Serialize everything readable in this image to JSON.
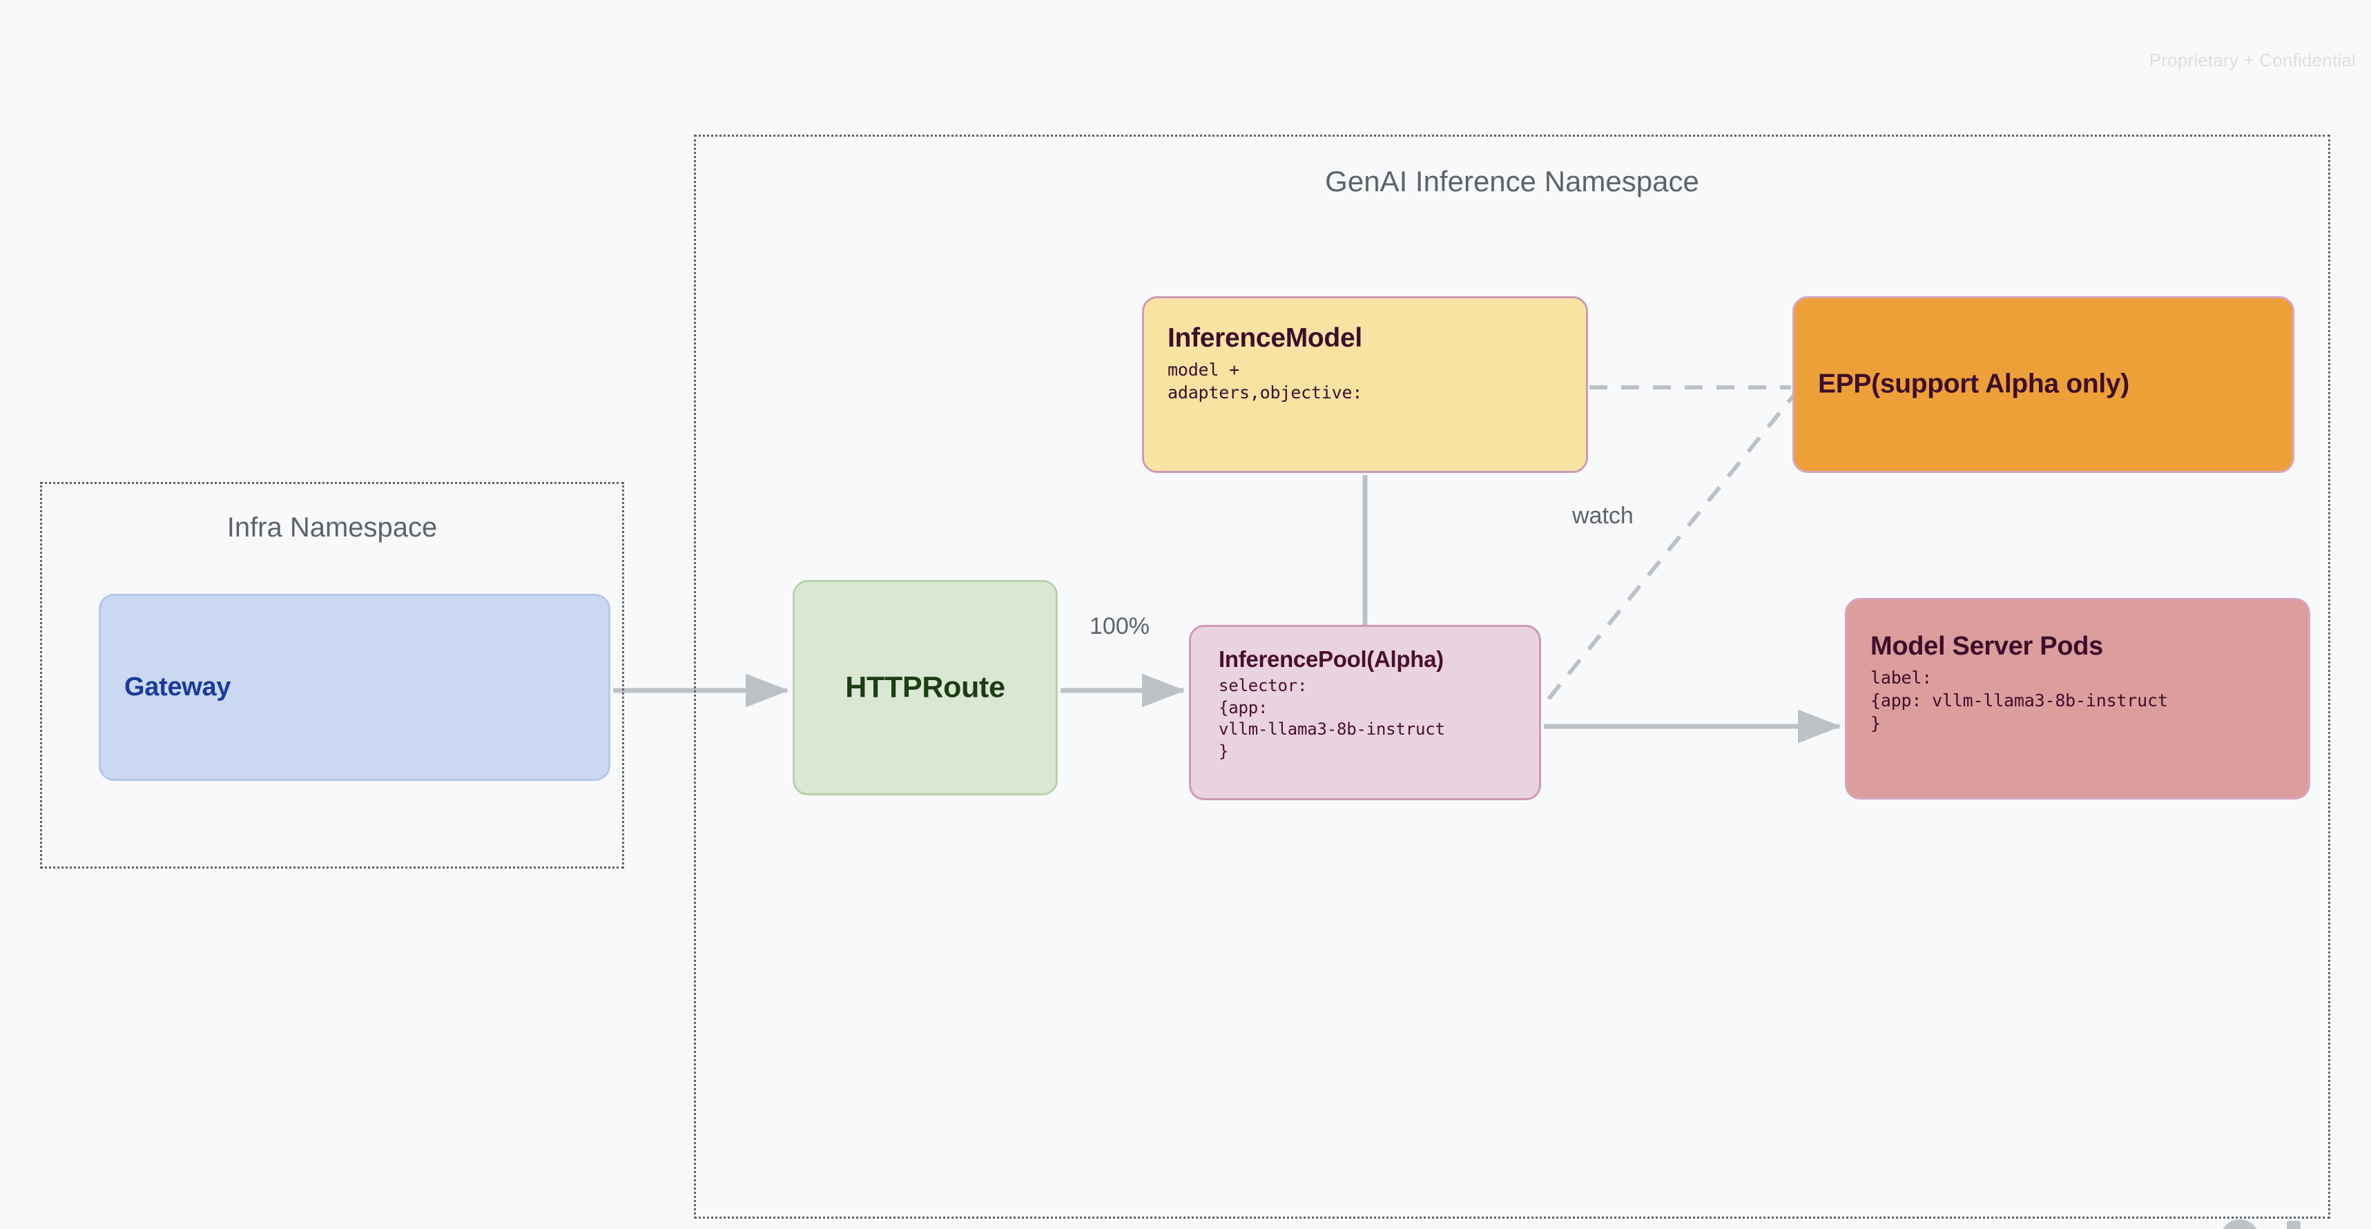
{
  "page": {
    "watermark": "Proprietary + Confidential",
    "background_color": "#f7f9fa"
  },
  "namespaces": [
    {
      "id": "infra",
      "title": "Infra Namespace",
      "border_style": "dotted",
      "border_color": "#5f6368"
    },
    {
      "id": "genai",
      "title": "GenAI Inference Namespace",
      "border_style": "dotted",
      "border_color": "#5f6368"
    }
  ],
  "nodes": {
    "gateway": {
      "title": "Gateway",
      "fill": "#cbd8f2",
      "border": "#b6c7ea",
      "text_color": "#1a3a9c"
    },
    "httproute": {
      "title": "HTTPRoute",
      "fill": "#dae7d3",
      "border": "#b8d1ab",
      "text_color": "#1d3d14"
    },
    "inference_model": {
      "title": "InferenceModel",
      "detail": "model +\nadapters,objective:",
      "fill": "#f9e3a2",
      "border": "#cd9ab7",
      "text_color": "#3d0d2b"
    },
    "inference_pool": {
      "title": "InferencePool(Alpha)",
      "detail": "selector:\n{app:\nvllm-llama3-8b-instruct\n}",
      "fill": "#e8d3de",
      "border": "#cd9ab7",
      "text_color": "#4a0f2e"
    },
    "epp": {
      "title": "EPP(support Alpha only)",
      "fill": "#eea038",
      "border": "#d7a5bd",
      "text_color": "#3d0d2b"
    },
    "model_server_pods": {
      "title": "Model Server Pods",
      "detail": "label:\n{app: vllm-llama3-8b-instruct\n}",
      "fill": "#dc9d9d",
      "border": "#d7a5bd",
      "text_color": "#3d0d2b"
    }
  },
  "edges": {
    "gateway_to_httproute": {
      "label": "",
      "style": "solid-arrow",
      "color": "#bdc1c6"
    },
    "httproute_to_pool": {
      "label": "100%",
      "style": "solid-arrow",
      "color": "#bdc1c6"
    },
    "pool_to_pods": {
      "label": "",
      "style": "solid-arrow",
      "color": "#bdc1c6"
    },
    "model_to_pool": {
      "label": "",
      "style": "solid-line",
      "color": "#bdc1c6"
    },
    "model_to_epp": {
      "label": "",
      "style": "dashed",
      "color": "#bdc1c6"
    },
    "pool_to_epp": {
      "label": "watch",
      "style": "dashed",
      "color": "#bdc1c6"
    }
  }
}
